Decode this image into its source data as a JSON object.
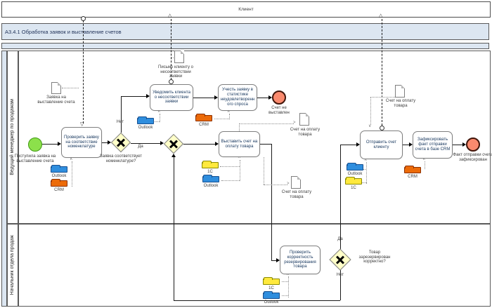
{
  "header": {
    "client_pool": "Клиент",
    "process_title": "А3.4.1 Обработка заявок и выставление счетов"
  },
  "lanes": {
    "lane1": "Ведущий менеджер по продажам",
    "lane2": "Начальник отдела продаж"
  },
  "events": {
    "start": "Поступила заявка на выставление счета",
    "end_not_issued": "Счет не выставлен",
    "end_registered": "Факт отправки счета зафиксирован"
  },
  "tasks": {
    "check_request": "Проверить заявку на соответствие номенклатуре",
    "notify_client": "Уведомить клиента о несоответствии заявки",
    "record_stat": "Учесть заявку в статистике неудовлетворенного спроса",
    "issue_invoice": "Выставить счет на оплату товара",
    "send_invoice": "Отправить счет клиенту",
    "register_fact": "Зафиксировать факт отправки счета в базе CRM",
    "check_reservation": "Проверить корректность резервирования товара"
  },
  "gateways": {
    "request_matches_q": "Заявка соответствует номенклатуре?",
    "goods_reserved_q": "Товар зарезервирован корректно?",
    "yes": "Да",
    "no": "Нет"
  },
  "documents": {
    "request": "Заявка на выставление счета",
    "letter": "Письмо клиенту о несоответствии заявки",
    "invoice": "Счет на оплату товара"
  },
  "systems": {
    "outlook": "Outlook",
    "crm": "CRM",
    "one_c": "1С"
  },
  "colors": {
    "lane_header_bg": "#dce6f1",
    "title_text": "#1f3057",
    "task_text": "#17375e",
    "start_fill": "#8ce04b",
    "start_border": "#3f9911",
    "end_fill": "#fa8a6e",
    "end_border": "#40150a",
    "gateway_fill": "#ffffc8",
    "outlook_blue": "#2f8ede",
    "crm_orange": "#ec6b09",
    "one_c_yellow": "#ffe93d"
  }
}
